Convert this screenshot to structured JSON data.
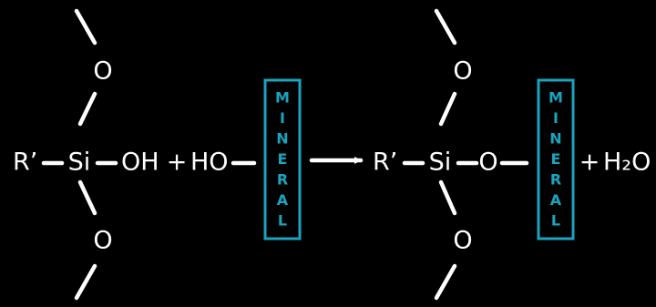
{
  "colors": {
    "background": "#000000",
    "text": "#ffffff",
    "mineral": "#19a4bf"
  },
  "reactant": {
    "r_group": "R’",
    "si": "Si",
    "oxygen_top": "O",
    "oxygen_bottom": "O",
    "hydroxyl": "OH",
    "plus": "+",
    "mineral_hydroxyl": "HO",
    "mineral_label": "MINERAL"
  },
  "arrow": {
    "icon": "right-arrow-icon"
  },
  "product": {
    "r_group": "R’",
    "si": "Si",
    "oxygen_top": "O",
    "oxygen_bottom": "O",
    "bridge_oxygen": "O",
    "mineral_label": "MINERAL",
    "plus": "+",
    "water": "H₂O"
  }
}
